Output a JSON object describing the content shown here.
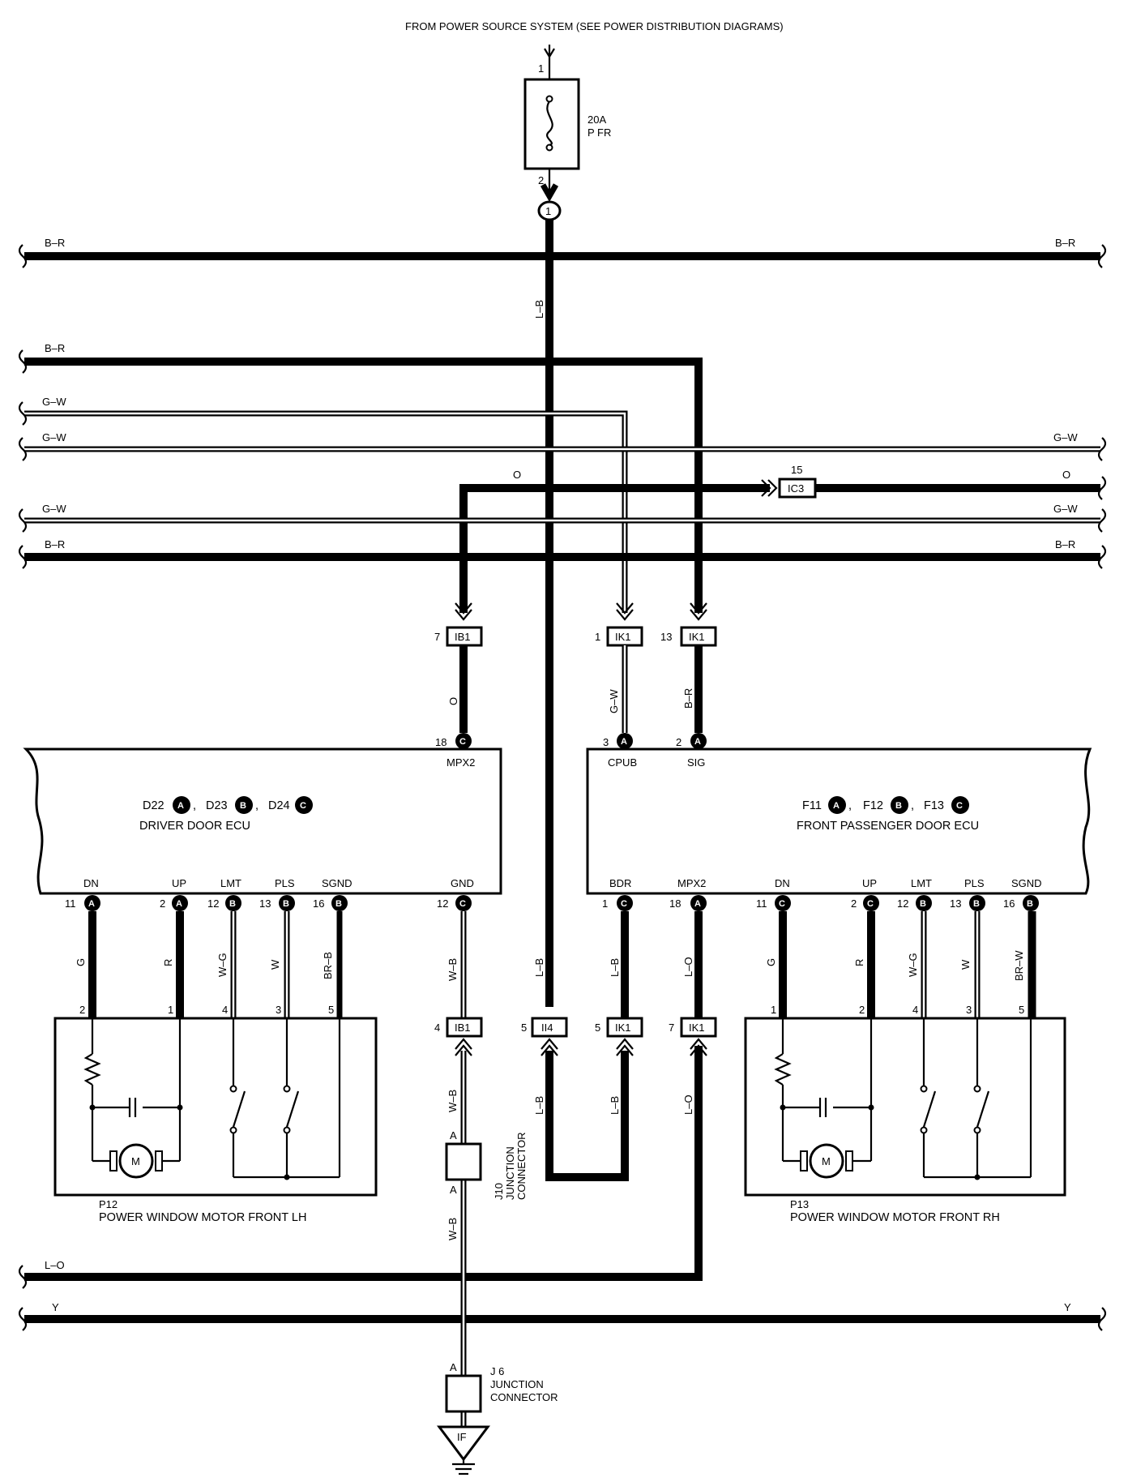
{
  "header": {
    "title": "FROM POWER SOURCE SYSTEM (SEE POWER DISTRIBUTION DIAGRAMS)"
  },
  "fuse": {
    "pin_top": "1",
    "pin_bottom": "2",
    "rating": "20A",
    "name": "P FR",
    "splice": "1"
  },
  "bus_wires": {
    "bus1": "B–R",
    "bus2": "B–R",
    "bus3": "G–W",
    "bus4": "G–W",
    "bus_o": "O",
    "bus5": "G–W",
    "bus6": "B–R",
    "bus_lo": "L–O",
    "bus_y": "Y"
  },
  "vertical_wire_labels": {
    "lb_top": "L–B",
    "o_drop": "O",
    "gw_drop": "G–W",
    "br_drop": "B–R",
    "lb_mid": "L–B",
    "lb_bdr": "L–B",
    "lo_mpx": "L–O",
    "lb_low1": "L–B",
    "lb_low2": "L–B",
    "lo_low": "L–O",
    "wb_up": "W–B",
    "wb_mid": "W–B",
    "wb_low": "W–B"
  },
  "inline_connectors": {
    "ic3": {
      "pin": "15",
      "name": "IC3"
    },
    "ib1_top": {
      "pin": "7",
      "name": "IB1"
    },
    "ik1_a": {
      "pin": "1",
      "name": "IK1"
    },
    "ik1_b": {
      "pin": "13",
      "name": "IK1"
    },
    "ib1_low": {
      "pin": "4",
      "name": "IB1"
    },
    "ii4": {
      "pin": "5",
      "name": "II4"
    },
    "ik1_c": {
      "pin": "5",
      "name": "IK1"
    },
    "ik1_d": {
      "pin": "7",
      "name": "IK1"
    }
  },
  "driver_ecu": {
    "name": "DRIVER DOOR ECU",
    "conn1": "D22",
    "conn1_letter": "A",
    "conn2": "D23",
    "conn2_letter": "B",
    "conn3": "D24",
    "conn3_letter": "C",
    "sep": ",",
    "top_terminal": {
      "num": "18",
      "letter": "C",
      "name": "MPX2"
    },
    "terminals": [
      {
        "num": "11",
        "letter": "A",
        "name": "DN",
        "wire": "G"
      },
      {
        "num": "2",
        "letter": "A",
        "name": "UP",
        "wire": "R"
      },
      {
        "num": "12",
        "letter": "B",
        "name": "LMT",
        "wire": "W–G"
      },
      {
        "num": "13",
        "letter": "B",
        "name": "PLS",
        "wire": "W"
      },
      {
        "num": "16",
        "letter": "B",
        "name": "SGND",
        "wire": "BR–B"
      },
      {
        "num": "12",
        "letter": "C",
        "name": "GND",
        "wire": ""
      }
    ]
  },
  "passenger_ecu": {
    "name": "FRONT PASSENGER DOOR ECU",
    "conn1": "F11",
    "conn1_letter": "A",
    "conn2": "F12",
    "conn2_letter": "B",
    "conn3": "F13",
    "conn3_letter": "C",
    "sep": ",",
    "top_terminals": [
      {
        "num": "3",
        "letter": "A",
        "name": "CPUB"
      },
      {
        "num": "2",
        "letter": "A",
        "name": "SIG"
      }
    ],
    "terminals": [
      {
        "num": "1",
        "letter": "C",
        "name": "BDR"
      },
      {
        "num": "18",
        "letter": "A",
        "name": "MPX2"
      },
      {
        "num": "11",
        "letter": "C",
        "name": "DN",
        "wire": "G"
      },
      {
        "num": "2",
        "letter": "C",
        "name": "UP",
        "wire": "R"
      },
      {
        "num": "12",
        "letter": "B",
        "name": "LMT",
        "wire": "W–G"
      },
      {
        "num": "13",
        "letter": "B",
        "name": "PLS",
        "wire": "W"
      },
      {
        "num": "16",
        "letter": "B",
        "name": "SGND",
        "wire": "BR–W"
      }
    ]
  },
  "motor_lh": {
    "code": "P12",
    "name": "POWER WINDOW MOTOR FRONT LH",
    "motor": "M",
    "pins": [
      "2",
      "1",
      "4",
      "3",
      "5"
    ]
  },
  "motor_rh": {
    "code": "P13",
    "name": "POWER WINDOW MOTOR FRONT RH",
    "motor": "M",
    "pins": [
      "1",
      "2",
      "4",
      "3",
      "5"
    ]
  },
  "junction_j10": {
    "code": "J10",
    "line1": "JUNCTION",
    "line2": "CONNECTOR",
    "pin_top": "A",
    "pin_bottom": "A"
  },
  "junction_j6": {
    "code": "J 6",
    "line1": "JUNCTION",
    "line2": "CONNECTOR",
    "pin": "A"
  },
  "ground": {
    "code": "IF"
  }
}
